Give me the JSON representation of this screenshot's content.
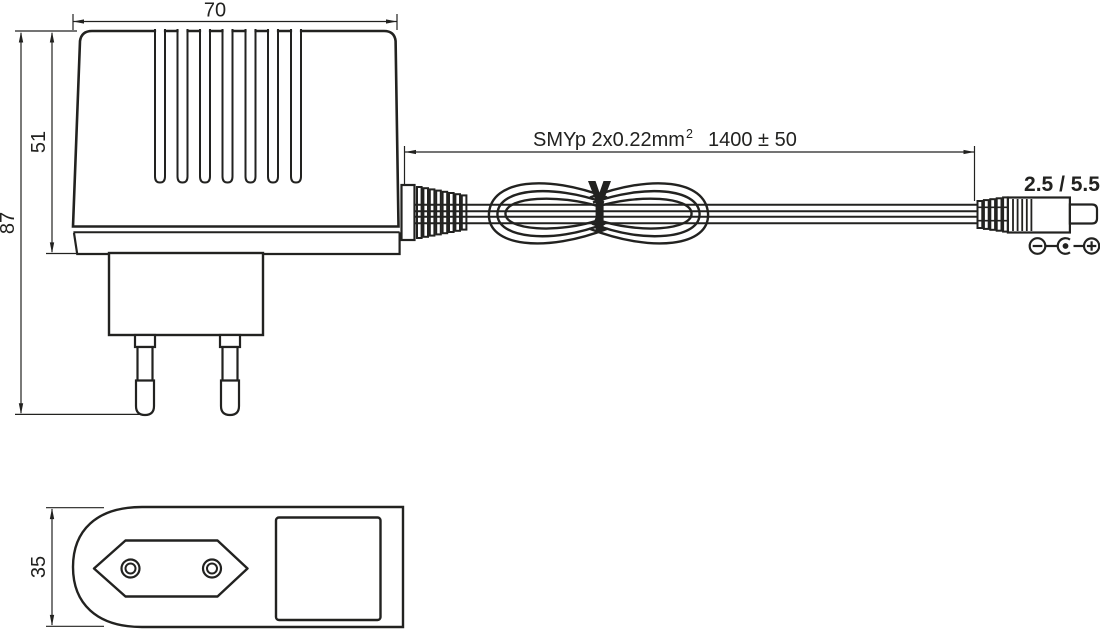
{
  "page": {
    "background": "#ffffff",
    "line_color": "#222220"
  },
  "side_view": {
    "dim_width": "70",
    "dim_total_height": "87",
    "dim_body_height": "51"
  },
  "cable": {
    "spec": "SMYp 2x0.22mm",
    "spec_superscript": "2",
    "length_tolerance": "1400 ± 50"
  },
  "connector": {
    "size": "2.5 / 5.5",
    "polarity_icons": [
      "minus-circle",
      "center-pin",
      "plus-circle"
    ]
  },
  "bottom_view": {
    "dim_height": "35"
  }
}
